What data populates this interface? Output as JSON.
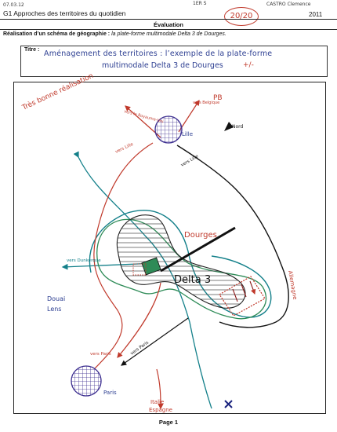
{
  "header": {
    "date": "07.03.12",
    "class": "1ER S",
    "student": "CASTRO Clemence",
    "grade": "20/20",
    "title": "G1 Approches des territoires du quotidien",
    "year": "2011",
    "section": "Évaluation",
    "subtitle_bold": "Réalisation d’un schéma de géographie :",
    "subtitle_italic": "la plate-forme multimodale Delta 3 de Dourges."
  },
  "title_box": {
    "label": "Titre :",
    "line1": "Aménagement des territoires : l’exemple de la plate-forme",
    "line2": "multimodale Delta 3 de Dourges",
    "mark": "+/-"
  },
  "map": {
    "comment": "Très bonne réalisation",
    "labels": {
      "lille": "Lille",
      "paris": "Paris",
      "nord": "Nord",
      "dourges": "Dourges",
      "delta3": "Delta 3",
      "douai": "Douai",
      "lens": "Lens",
      "pb": "PB",
      "allemagne": "Allemagne",
      "italie": "Italie",
      "espagne": "Espagne"
    },
    "arrows": {
      "vers_lille_left": "vers Lille",
      "vers_lille_right": "vers Lille",
      "vers_royaume_uni": "vers le Royaume-Uni",
      "vers_belgique": "vers Belgique",
      "vers_dunkerque": "vers Dunkerque",
      "vers_paris_left": "vers Paris",
      "vers_paris_road": "vers Paris"
    },
    "colors": {
      "red": "#c0392b",
      "teal": "#14808a",
      "green": "#2e8b57",
      "blue": "#2c3e91",
      "purple": "#3b2d8f",
      "black": "#111111"
    }
  },
  "footer": {
    "page": "Page 1"
  }
}
